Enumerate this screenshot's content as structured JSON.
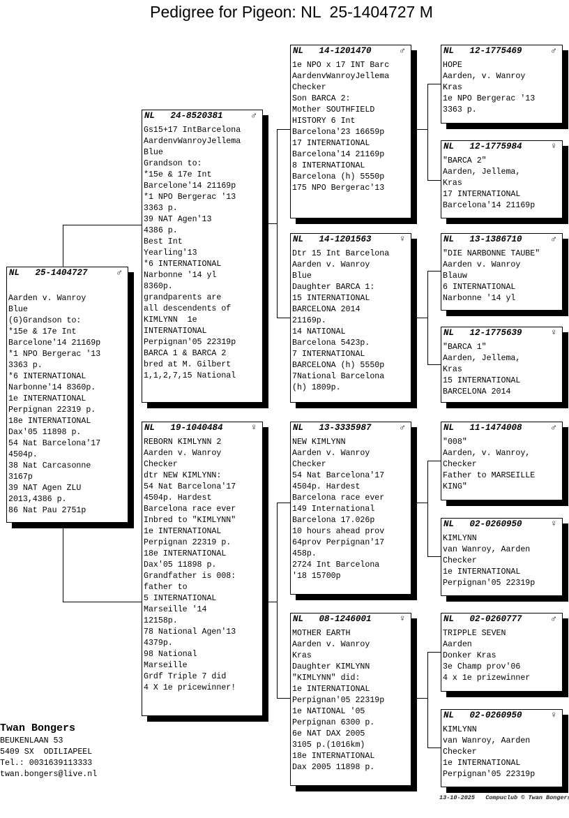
{
  "title": "Pedigree for Pigeon: NL  25-1404727 M",
  "pigeons": {
    "subject": {
      "country": "NL",
      "ring": "25-1404727",
      "sex": "♂",
      "lines": [
        "",
        "Aarden v. Wanroy",
        "Blue",
        "(G)Grandson to:",
        "*15e & 17e Int",
        "Barcelone'14 21169p",
        "*1 NPO Bergerac '13",
        "3363 p.",
        "*6 INTERNATIONAL",
        "Narbonne'14 8360p.",
        "1e INTERNATIONAL",
        "Perpignan 22319 p.",
        "18e INTERNATIONAL",
        "Dax'05 11898 p.",
        "54 Nat Barcelona'17",
        "4504p.",
        "38 Nat Carcasonne",
        "3167p",
        "39 NAT Agen ZLU",
        "2013,4386 p.",
        "86 Nat Pau 2751p"
      ]
    },
    "sire": {
      "country": "NL",
      "ring": "24-8520381",
      "sex": "♂",
      "lines": [
        "Gs15+17 IntBarcelona",
        "AardenvWanroyJellema",
        "Blue",
        "Grandson to:",
        "*15e & 17e Int",
        "Barcelone'14 21169p",
        "*1 NPO Bergerac '13",
        "3363 p.",
        "39 NAT Agen'13",
        "4386 p.",
        "Best Int",
        "Yearling'13",
        "*6 INTERNATIONAL",
        "Narbonne '14 yl",
        "8360p.",
        "grandparents are",
        "all descendents of",
        "KIMLYNN  1e",
        "INTERNATIONAL",
        "Perpignan'05 22319p",
        "BARCA 1 & BARCA 2",
        "bred at M. Gilbert",
        "1,1,2,7,15 National"
      ]
    },
    "dam": {
      "country": "NL",
      "ring": "19-1040484",
      "sex": "♀",
      "lines": [
        "REBORN KIMLYNN 2",
        "Aarden v. Wanroy",
        "Checker",
        "dtr NEW KIMLYNN:",
        "54 Nat Barcelona'17",
        "4504p. Hardest",
        "Barcelona race ever",
        "Inbred to \"KIMLYNN\"",
        "1e INTERNATIONAL",
        "Perpignan 22319 p.",
        "18e INTERNATIONAL",
        "Dax'05 11898 p.",
        "Grandfather is 008:",
        "father to",
        "5 INTERNATIONAL",
        "Marseille '14",
        "12158p.",
        "78 National Agen'13",
        "4379p.",
        "98 National",
        "Marseille",
        "Grdf Triple 7 did",
        "4 X 1e pricewinner!"
      ]
    },
    "ss": {
      "country": "NL",
      "ring": "14-1201470",
      "sex": "♂",
      "lines": [
        "1e NPO x 17 INT Barc",
        "AardenvWanroyJellema",
        "Checker",
        "Son BARCA 2:",
        "Mother SOUTHFIELD",
        "HISTORY 6 Int",
        "Barcelona'23 16659p",
        "17 INTERNATIONAL",
        "Barcelona'14 21169p",
        "8 INTERNATIONAL",
        "Barcelona (h) 5550p",
        "175 NPO Bergerac'13"
      ]
    },
    "sd": {
      "country": "NL",
      "ring": "14-1201563",
      "sex": "♀",
      "lines": [
        "Dtr 15 Int Barcelona",
        "Aarden v. Wanroy",
        "Blue",
        "Daughter BARCA 1:",
        "15 INTERNATIONAL",
        "BARCELONA 2014",
        "21169p.",
        "14 NATIONAL",
        "Barcelona 5423p.",
        "7 INTERNATIONAL",
        "BARCELONA (h) 5550p",
        "7National Barcelona",
        "(h) 1809p."
      ]
    },
    "ds": {
      "country": "NL",
      "ring": "13-3335987",
      "sex": "♂",
      "lines": [
        "NEW KIMLYNN",
        "Aarden v. Wanroy",
        "Checker",
        "54 Nat Barcelona'17",
        "4504p. Hardest",
        "Barcelona race ever",
        "149 International",
        "Barcelona 17.026p",
        "10 hours ahead prov",
        "64prov Perpignan'17",
        "458p.",
        "2724 Int Barcelona",
        "'18 15700p"
      ]
    },
    "dd": {
      "country": "NL",
      "ring": "08-1246001",
      "sex": "♀",
      "lines": [
        "MOTHER EARTH",
        "Aarden v. Wanroy",
        "Kras",
        "Daughter KIMLYNN",
        "\"KIMLYNN\" did:",
        "1e INTERNATIONAL",
        "Perpignan'05 22319p",
        "1e NATIONAL '05",
        "Perpignan 6300 p.",
        "6e NAT DAX 2005",
        "3105 p.(1016km)",
        "18e INTERNATIONAL",
        "Dax 2005 11898 p."
      ]
    },
    "sss": {
      "country": "NL",
      "ring": "12-1775469",
      "sex": "♂",
      "lines": [
        "HOPE",
        "Aarden, v. Wanroy",
        "Kras",
        "1e NPO Bergerac '13",
        "3363 p."
      ]
    },
    "ssd": {
      "country": "NL",
      "ring": "12-1775984",
      "sex": "♀",
      "lines": [
        "\"BARCA 2\"",
        "Aarden, Jellema,",
        "Kras",
        "17 INTERNATIONAL",
        "Barcelona'14 21169p"
      ]
    },
    "sds": {
      "country": "NL",
      "ring": "13-1386710",
      "sex": "♂",
      "lines": [
        "\"DIE NARBONNE TAUBE\"",
        "Aarden v. Wanroy",
        "Blauw",
        "6 INTERNATIONAL",
        "Narbonne '14 yl"
      ]
    },
    "sdd": {
      "country": "NL",
      "ring": "12-1775639",
      "sex": "♀",
      "lines": [
        "\"BARCA 1\"",
        "Aarden, Jellema,",
        "Kras",
        "15 INTERNATIONAL",
        "BARCELONA 2014"
      ]
    },
    "dss": {
      "country": "NL",
      "ring": "11-1474008",
      "sex": "♂",
      "lines": [
        "\"008\"",
        "Aarden, v. Wanroy,",
        "Checker",
        "Father to MARSEILLE",
        "KING\""
      ]
    },
    "dsd": {
      "country": "NL",
      "ring": "02-0260950",
      "sex": "♀",
      "lines": [
        "KIMLYNN",
        "van Wanroy, Aarden",
        "Checker",
        "1e INTERNATIONAL",
        "Perpignan'05 22319p"
      ]
    },
    "dds": {
      "country": "NL",
      "ring": "02-0260777",
      "sex": "♂",
      "lines": [
        "TRIPPLE SEVEN",
        "Aarden",
        "Donker Kras",
        "3e Champ prov'06",
        "4 x 1e prizewinner"
      ]
    },
    "ddd": {
      "country": "NL",
      "ring": "02-0260950",
      "sex": "♀",
      "lines": [
        "KIMLYNN",
        "van Wanroy, Aarden",
        "Checker",
        "1e INTERNATIONAL",
        "Perpignan'05 22319p"
      ]
    }
  },
  "owner": {
    "name": "Twan Bongers",
    "address": "BEUKENLAAN 53",
    "city": "5409 SX  ODILIAPEEL",
    "phone": "Tel.: 0031639113333",
    "email": "twan.bongers@live.nl"
  },
  "footer": {
    "date": "13-10-2025",
    "credit": "Compuclub © Twan Bongers"
  }
}
